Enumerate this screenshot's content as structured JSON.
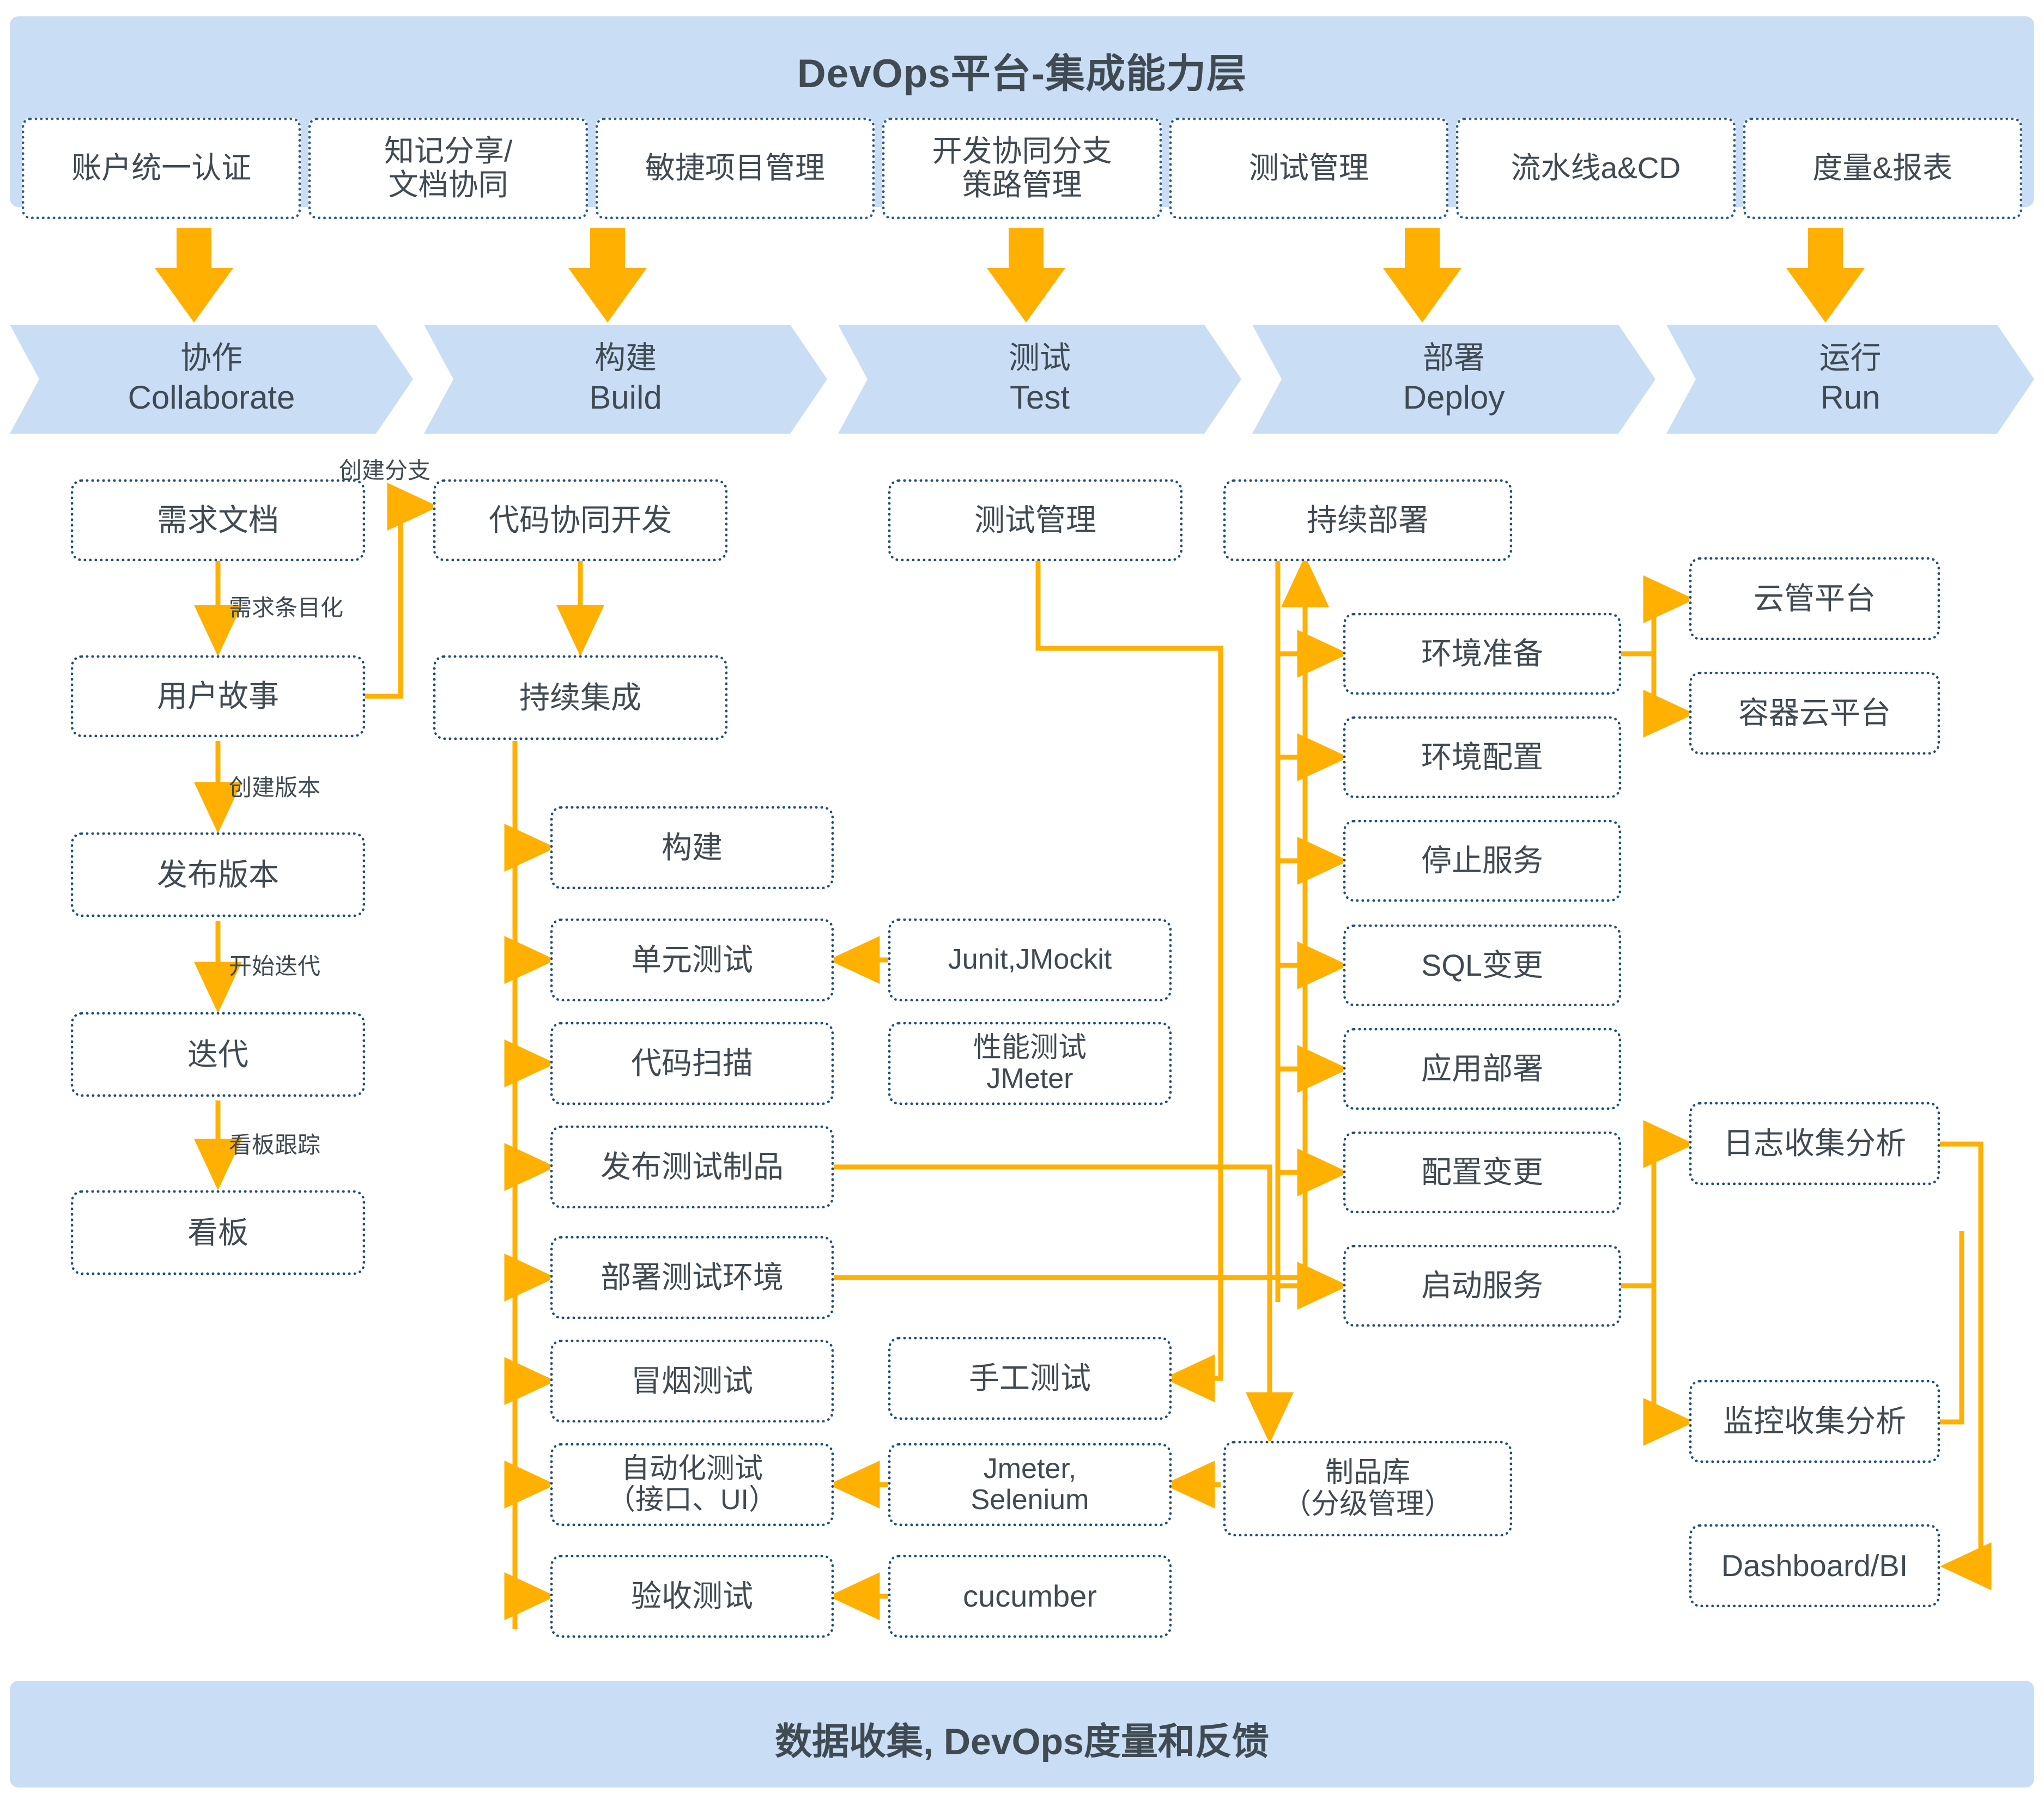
{
  "header": {
    "title": "DevOps平台-集成能力层",
    "capabilities": [
      "账户统一认证",
      "知记分享/\n文档协同",
      "敏捷项目管理",
      "开发协同分支\n策路管理",
      "测试管理",
      "流水线a&CD",
      "度量&报表"
    ]
  },
  "phases": [
    {
      "cn": "协作",
      "en": "Collaborate"
    },
    {
      "cn": "构建",
      "en": "Build"
    },
    {
      "cn": "测试",
      "en": "Test"
    },
    {
      "cn": "部署",
      "en": "Deploy"
    },
    {
      "cn": "运行",
      "en": "Run"
    }
  ],
  "collaborate": {
    "nodes": [
      "需求文档",
      "用户故事",
      "发布版本",
      "迭代",
      "看板"
    ],
    "edge_labels": [
      "需求条目化",
      "创建版本",
      "开始迭代",
      "看板跟踪"
    ]
  },
  "build": {
    "nodes": [
      "代码协同开发",
      "持续集成"
    ],
    "ci_steps": [
      "构建",
      "单元测试",
      "代码扫描",
      "发布测试制品",
      "部署测试环境",
      "冒烟测试",
      "自动化测试\n（接口、UI）",
      "验收测试"
    ],
    "edge_labels": [
      "创建分支"
    ]
  },
  "test": {
    "nodes": [
      "测试管理",
      "Junit,JMockit",
      "性能测试\nJMeter",
      "手工测试",
      "Jmeter,\nSelenium",
      "cucumber"
    ]
  },
  "deploy": {
    "nodes": [
      "持续部署",
      "制品库\n（分级管理）"
    ],
    "steps": [
      "环境准备",
      "环境配置",
      "停止服务",
      "SQL变更",
      "应用部署",
      "配置变更",
      "启动服务"
    ]
  },
  "run": {
    "nodes": [
      "云管平台",
      "容器云平台",
      "日志收集分析",
      "监控收集分析",
      "Dashboard/BI"
    ]
  },
  "footer": {
    "title": "数据收集, DevOps度量和反馈"
  },
  "colors": {
    "band_blue": "#C9DDF5",
    "arrow_orange": "#FFB000",
    "node_border": "#1F4E79",
    "text": "#3F4A52"
  }
}
